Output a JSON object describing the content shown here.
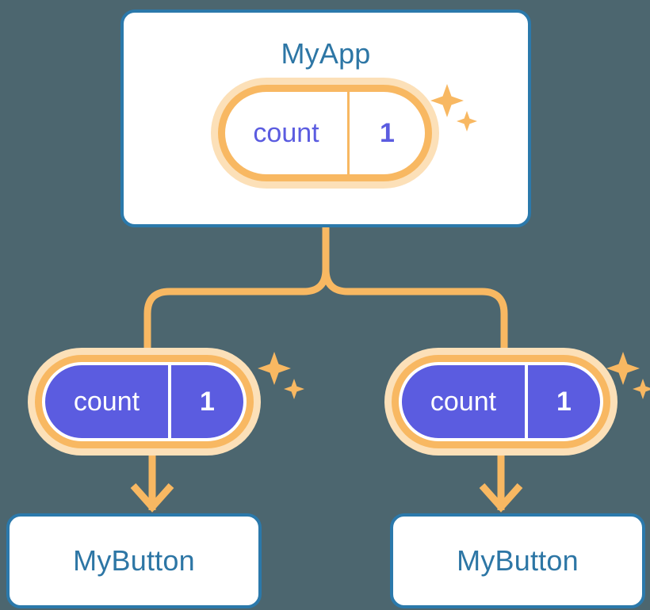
{
  "diagram": {
    "title_semantic": "state-propagation-tree",
    "background_color": "#4c666f",
    "accent_orange": "#f8b862",
    "accent_orange_soft": "#fce0b8",
    "accent_blue": "#2b79ab",
    "accent_purple": "#5b5ce0",
    "text_blue": "#2d76a5"
  },
  "root": {
    "title": "MyApp",
    "state": {
      "key": "count",
      "value": "1"
    },
    "sparkle_icon": "sparkles-icon"
  },
  "state_nodes": [
    {
      "key": "count",
      "value": "1",
      "sparkle_icon": "sparkles-icon"
    },
    {
      "key": "count",
      "value": "1",
      "sparkle_icon": "sparkles-icon"
    }
  ],
  "leaves": [
    {
      "title": "MyButton"
    },
    {
      "title": "MyButton"
    }
  ],
  "connectors": {
    "trunk": "vertical-line-from-root",
    "split": "t-branch-rounded",
    "arrows": [
      "arrow-down-to-left-button",
      "arrow-down-to-right-button"
    ]
  }
}
